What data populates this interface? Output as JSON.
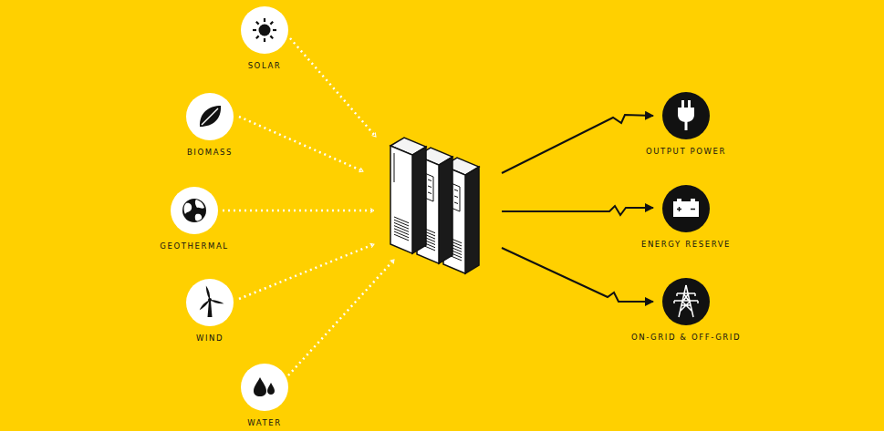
{
  "diagram": {
    "nodes": [
      {
        "text": [
          "SOLAR"
        ]
      },
      {
        "text": [
          "BIOMASS"
        ]
      },
      {
        "text": [
          "GEOTHERMAL"
        ]
      },
      {
        "text": [
          "WIND"
        ]
      },
      {
        "text": [
          "WATER"
        ]
      },
      {
        "text": [
          "OUTPUT POWER"
        ]
      },
      {
        "text": [
          "ENERGY RESERVE"
        ]
      },
      {
        "text": [
          "ON-GRID & OFF-GRID"
        ]
      }
    ]
  }
}
